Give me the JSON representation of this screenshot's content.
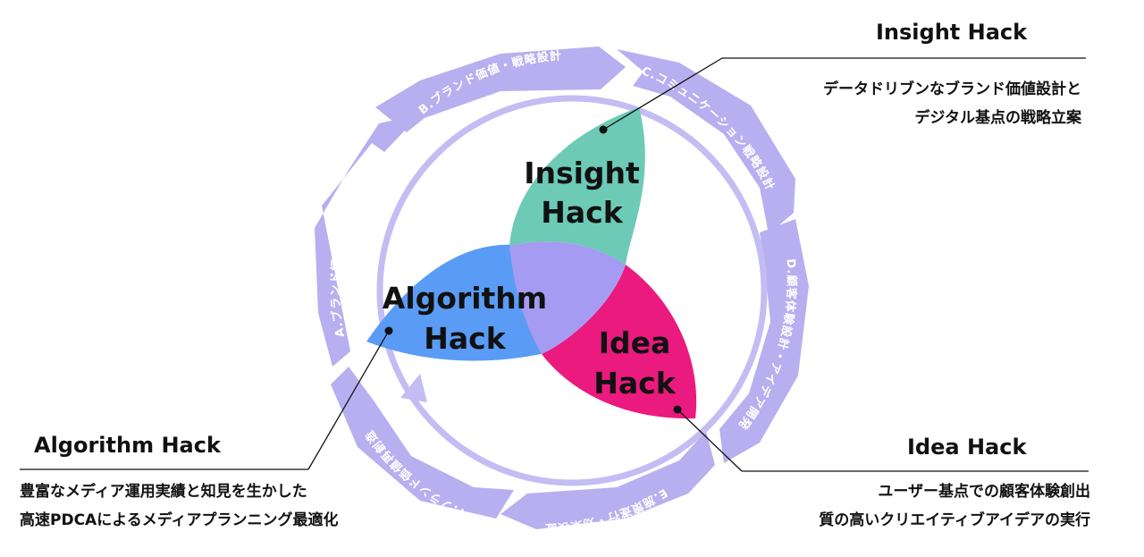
{
  "colors": {
    "ring": "#b8aff0",
    "ring_light": "#d7d2f7",
    "insight": "#6ccab6",
    "algorithm": "#5a9cf5",
    "idea": "#eb1a7e",
    "center": "#a69bf2"
  },
  "ring_segments": [
    "A.ブランド評価",
    "B.ブランド価値・戦略設計",
    "C.コミュニケーション戦略設計",
    "D.顧客体験設計・アイデア開発",
    "E.施策遂行・効果検証",
    "F.ブランド価値再創造"
  ],
  "petals": {
    "insight": {
      "line1": "Insight",
      "line2": "Hack"
    },
    "algorithm": {
      "line1": "Algorithm",
      "line2": "Hack"
    },
    "idea": {
      "line1": "Idea",
      "line2": "Hack"
    }
  },
  "callouts": {
    "insight": {
      "title": "Insight Hack",
      "desc": [
        "データドリブンなブランド価値設計と",
        "デジタル基点の戦略立案"
      ]
    },
    "algorithm": {
      "title": "Algorithm Hack",
      "desc": [
        "豊富なメディア運用実績と知見を生かした",
        "高速PDCAによるメディアプランニング最適化"
      ]
    },
    "idea": {
      "title": "Idea Hack",
      "desc": [
        "ユーザー基点での顧客体験創出",
        "質の高いクリエイティブアイデアの実行"
      ]
    }
  }
}
